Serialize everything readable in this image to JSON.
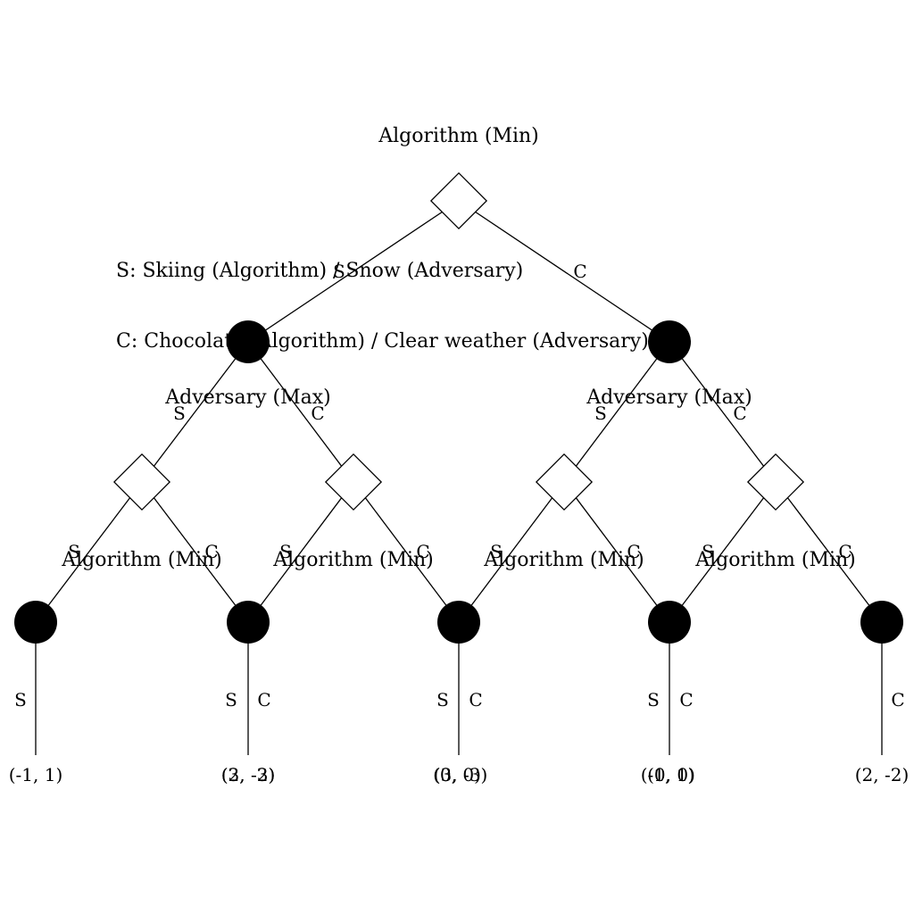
{
  "labels": {
    "algorithm_min": "Algorithm (Min)",
    "adversary_max": "Adversary (Max)"
  },
  "legend": {
    "s": "S: Skiing (Algorithm) / Snow (Adversary)",
    "c": "C: Chocolate (Algorithm) / Clear weather (Adversary)"
  },
  "moves": {
    "s": "S",
    "c": "C"
  },
  "payoffs": {
    "p1": "(-1, 1)",
    "p2a": "(3, -3)",
    "p2b": "(2, -2)",
    "p3a": "(0, 0)",
    "p3b": "(3, -3)",
    "p4a": "(-1, 1)",
    "p4b": "(0, 0)",
    "p5": "(2, -2)"
  }
}
